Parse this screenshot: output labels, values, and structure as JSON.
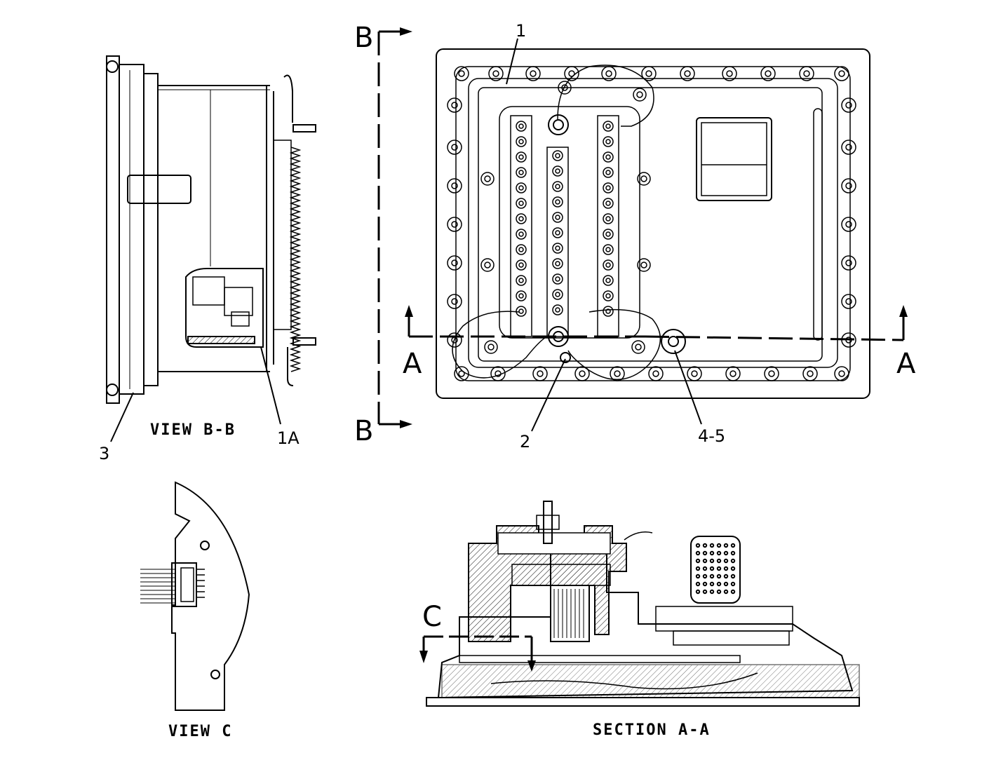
{
  "view_labels": {
    "view_bb": "VIEW B-B",
    "view_c": "VIEW C",
    "section_aa": "SECTION A-A"
  },
  "callouts": {
    "c1": "1",
    "c1a": "1A",
    "c2": "2",
    "c3": "3",
    "c45": "4-5"
  },
  "section_markers": {
    "b_top": "B",
    "b_bottom": "B",
    "a_left": "A",
    "a_right": "A",
    "c": "C"
  }
}
